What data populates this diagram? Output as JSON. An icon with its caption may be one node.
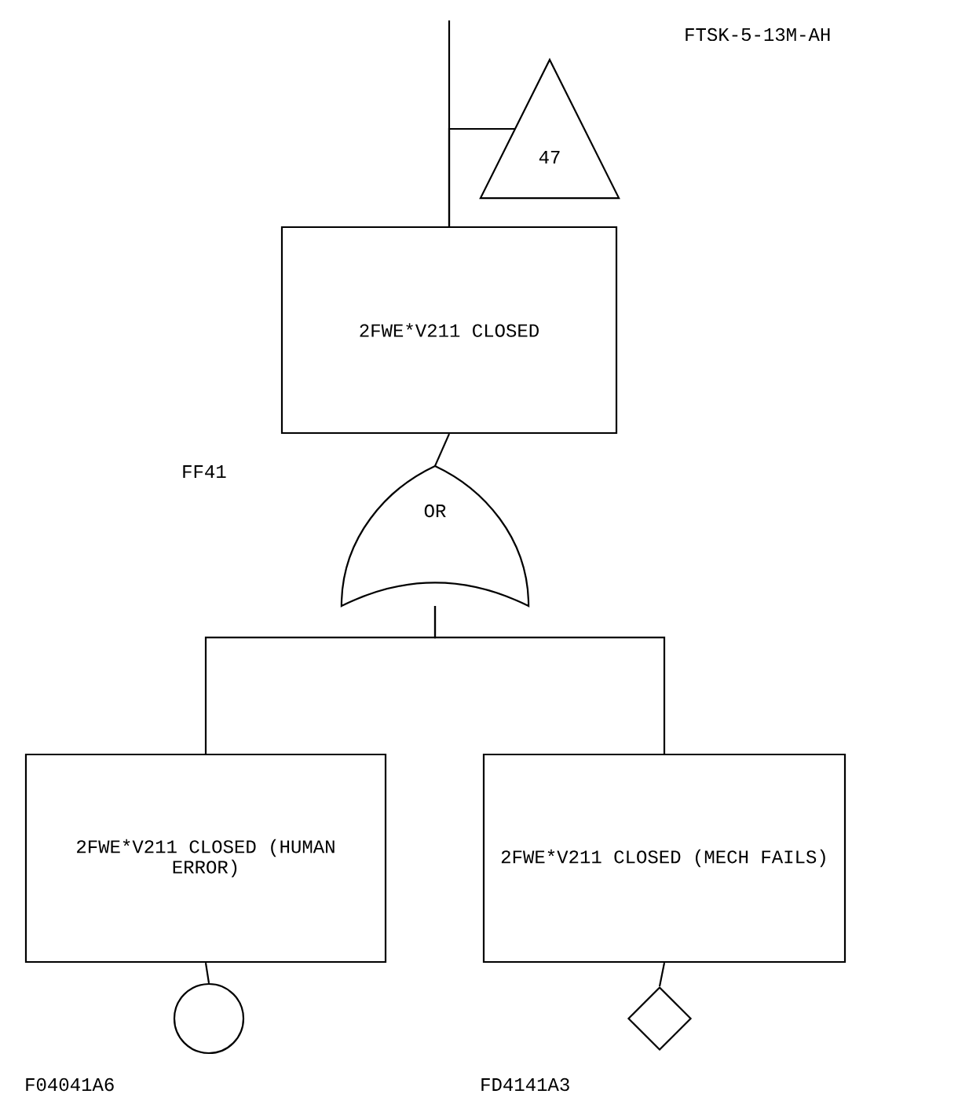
{
  "diagram": {
    "nodes": [
      {
        "text": [
          "2FWE*V211 CLOSED"
        ],
        "beside": [
          "FF41"
        ]
      },
      {
        "text": [
          "47"
        ]
      },
      {
        "text": [
          "OR"
        ]
      },
      {
        "text": [
          "2FWE*V211 CLOSED (HUMAN ERROR)"
        ]
      },
      {
        "text": [
          "2FWE*V211 CLOSED (MECH FAILS)"
        ]
      },
      {
        "text": [],
        "shape": "circle",
        "beside": [
          "F04041A6"
        ]
      },
      {
        "text": [],
        "shape": "diamond",
        "beside": [
          "FD4141A3"
        ]
      }
    ],
    "edges": [
      {
        "from": null,
        "to": 0,
        "arrow": "none"
      },
      {
        "from": 1,
        "to": 0,
        "arrow": "none"
      },
      {
        "from": 0,
        "to": 2,
        "arrow": "none"
      },
      {
        "from": 2,
        "to": 3,
        "arrow": "none"
      },
      {
        "from": 2,
        "to": 4,
        "arrow": "none"
      },
      {
        "from": 3,
        "to": 5,
        "arrow": "none"
      },
      {
        "from": 4,
        "to": 6,
        "arrow": "none"
      }
    ],
    "labels": [
      "FTSK-5-13M-AH"
    ]
  }
}
